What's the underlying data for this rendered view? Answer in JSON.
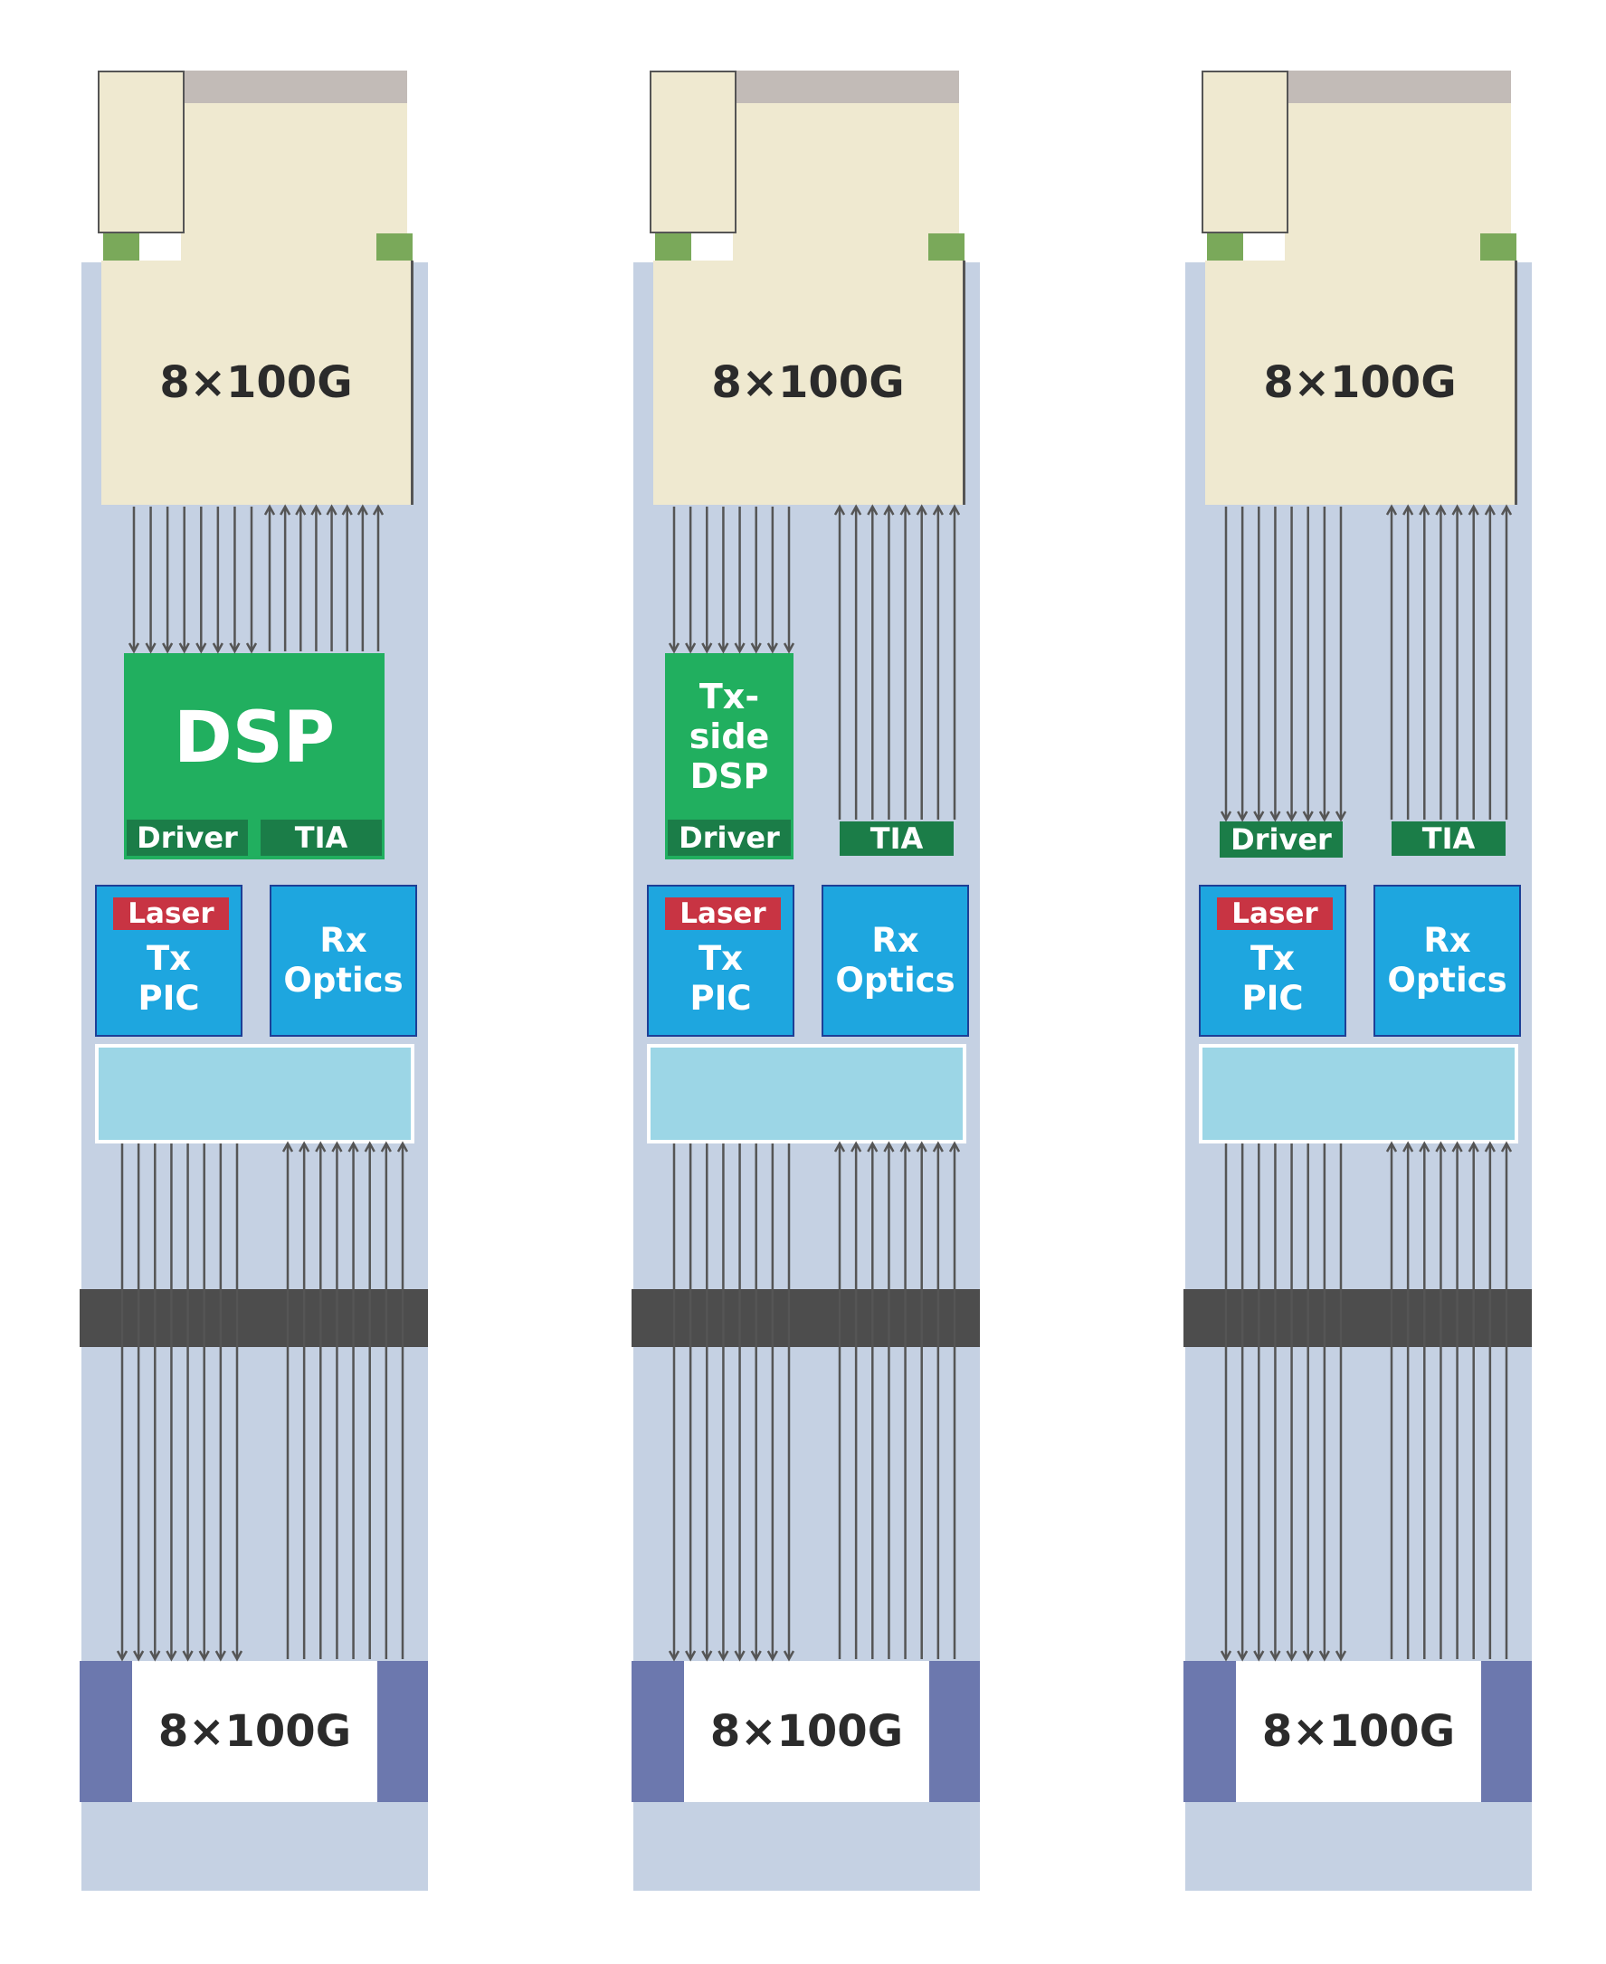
{
  "modules": [
    {
      "host_label": "8×100G",
      "dsp_title": "DSP",
      "driver_label": "Driver",
      "tia_label": "TIA",
      "laser_label": "Laser",
      "tx_pic_label": "Tx\nPIC",
      "rx_optics_label": "Rx\nOptics",
      "connector_label": "8×100G"
    },
    {
      "host_label": "8×100G",
      "dsp_title": "Tx-\nside\nDSP",
      "driver_label": "Driver",
      "tia_label": "TIA",
      "laser_label": "Laser",
      "tx_pic_label": "Tx\nPIC",
      "rx_optics_label": "Rx\nOptics",
      "connector_label": "8×100G"
    },
    {
      "host_label": "8×100G",
      "driver_label": "Driver",
      "tia_label": "TIA",
      "laser_label": "Laser",
      "tx_pic_label": "Tx\nPIC",
      "rx_optics_label": "Rx\nOptics",
      "connector_label": "8×100G"
    }
  ],
  "colors": {
    "module_body": "#c5d1e3",
    "host_board": "#efe9d0",
    "dsp_green": "#21af5f",
    "driver_tia_green": "#1b7d48",
    "optics_blue": "#1ea6df",
    "laser_red": "#c83443",
    "mux_light_blue": "#9cd6e6",
    "band_dark": "#4d4d4d",
    "connector_side": "#6c78ae",
    "lane_arrow": "#555555"
  }
}
